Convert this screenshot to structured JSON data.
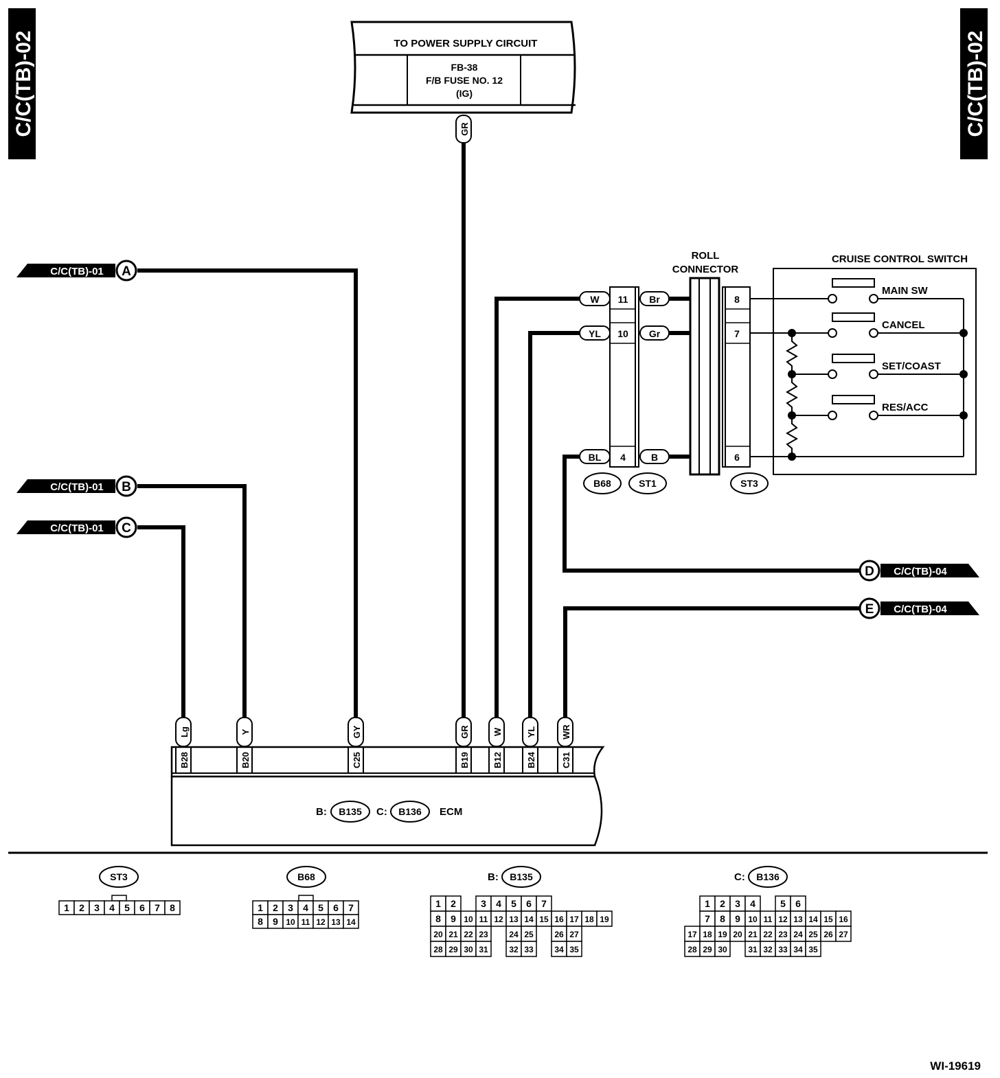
{
  "page_tag": "C/C(TB)-02",
  "footer_id": "WI-19619",
  "power_supply": {
    "title": "TO POWER SUPPLY CIRCUIT",
    "line1": "FB-38",
    "line2": "F/B FUSE NO. 12",
    "line3": "(IG)",
    "wire_color": "GR"
  },
  "offpage_refs": [
    {
      "text": "C/C(TB)-01",
      "letter": "A"
    },
    {
      "text": "C/C(TB)-01",
      "letter": "B"
    },
    {
      "text": "C/C(TB)-01",
      "letter": "C"
    },
    {
      "text": "C/C(TB)-04",
      "letter": "D"
    },
    {
      "text": "C/C(TB)-04",
      "letter": "E"
    }
  ],
  "roll_connector_label": [
    "ROLL",
    "CONNECTOR"
  ],
  "cruise_switch": {
    "title": "CRUISE CONTROL SWITCH",
    "switches": [
      "MAIN SW",
      "CANCEL",
      "SET/COAST",
      "RES/ACC"
    ]
  },
  "harness": {
    "left_wires": [
      "W",
      "YL",
      "BL"
    ],
    "b68_pins": [
      "11",
      "10",
      "4"
    ],
    "st1_wires": [
      "Br",
      "Gr",
      "B"
    ],
    "st3_pins": [
      "8",
      "7",
      "6"
    ],
    "connector_tags": [
      "B68",
      "ST1",
      "ST3"
    ]
  },
  "ecm": {
    "terminals": [
      {
        "pin": "B28",
        "wire": "Lg"
      },
      {
        "pin": "B20",
        "wire": "Y"
      },
      {
        "pin": "C25",
        "wire": "GY"
      },
      {
        "pin": "B19",
        "wire": "GR"
      },
      {
        "pin": "B12",
        "wire": "W"
      },
      {
        "pin": "B24",
        "wire": "YL"
      },
      {
        "pin": "C31",
        "wire": "WR"
      }
    ],
    "b_prefix": "B:",
    "b_conn": "B135",
    "c_prefix": "C:",
    "c_conn": "B136",
    "name": "ECM"
  },
  "connector_views": {
    "st3": {
      "tag": "ST3",
      "rows": [
        [
          "1",
          "2",
          "3",
          "4",
          "5",
          "6",
          "7",
          "8"
        ]
      ]
    },
    "b68": {
      "tag": "B68",
      "rows": [
        [
          "1",
          "2",
          "3",
          "4",
          "5",
          "6",
          "7"
        ],
        [
          "8",
          "9",
          "10",
          "11",
          "12",
          "13",
          "14"
        ]
      ]
    },
    "b135": {
      "prefix": "B:",
      "tag": "B135",
      "rows": [
        [
          "1",
          "2",
          "",
          "3",
          "4",
          "5",
          "6",
          "7"
        ],
        [
          "8",
          "9",
          "10",
          "11",
          "12",
          "13",
          "14",
          "15",
          "16",
          "17",
          "18",
          "19"
        ],
        [
          "20",
          "21",
          "22",
          "23",
          "",
          "24",
          "25",
          "",
          "26",
          "27"
        ],
        [
          "28",
          "29",
          "30",
          "31",
          "",
          "32",
          "33",
          "",
          "34",
          "35"
        ]
      ]
    },
    "b136": {
      "prefix": "C:",
      "tag": "B136",
      "rows": [
        [
          "1",
          "2",
          "3",
          "4",
          "",
          "5",
          "6"
        ],
        [
          "7",
          "8",
          "9",
          "10",
          "11",
          "12",
          "13",
          "14",
          "15",
          "16"
        ],
        [
          "17",
          "18",
          "19",
          "20",
          "21",
          "22",
          "23",
          "24",
          "25",
          "26",
          "27"
        ],
        [
          "28",
          "29",
          "30",
          "",
          "31",
          "32",
          "33",
          "34",
          "35"
        ]
      ]
    }
  }
}
